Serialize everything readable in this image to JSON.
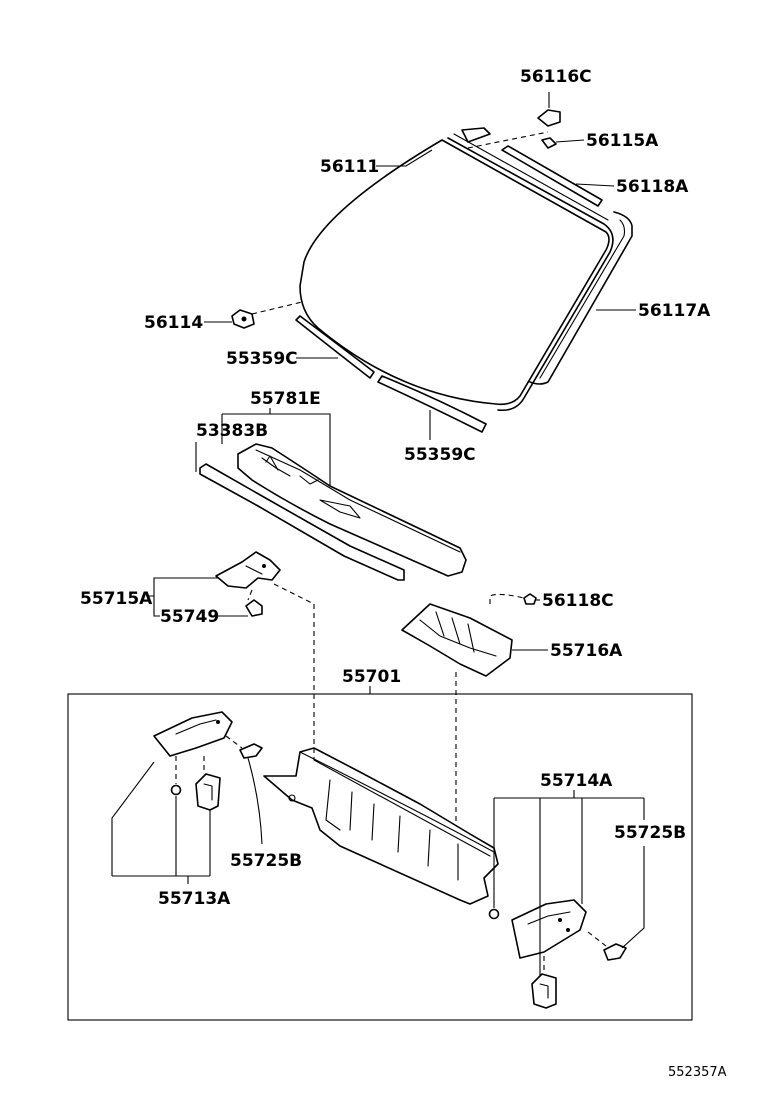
{
  "diagram_code": "552357A",
  "labels": {
    "p56116C": "56116C",
    "p56115A": "56115A",
    "p56111": "56111",
    "p56118A": "56118A",
    "p56117A": "56117A",
    "p56114": "56114",
    "p55359C_left": "55359C",
    "p55359C_right": "55359C",
    "p55781E": "55781E",
    "p53383B": "53383B",
    "p55715A": "55715A",
    "p55749": "55749",
    "p56118C": "56118C",
    "p55716A": "55716A",
    "p55701": "55701",
    "p55714A": "55714A",
    "p55725B_right": "55725B",
    "p55725B_left": "55725B",
    "p55713A": "55713A"
  }
}
